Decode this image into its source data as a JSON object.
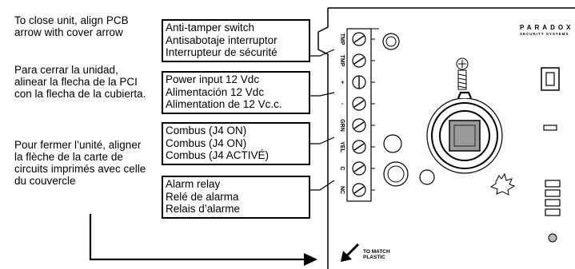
{
  "notes": {
    "en": "To close unit, align PCB arrow with cover arrow",
    "es": "Para cerrar la unidad, alinear la flecha de la PCI con la flecha de la cubierta.",
    "fr": "Pour fermer l’unité, aligner la flèche de la carte de circuits imprimés avec celle du couvercle"
  },
  "connections": [
    {
      "id": "anti-tamper",
      "lines": [
        "Anti-tamper switch",
        "Antisabotaje interruptor",
        "Interrupteur de sécurité"
      ]
    },
    {
      "id": "power",
      "lines": [
        "Power input 12 Vdc",
        "Alimentación 12 Vdc",
        "Alimentation de 12 Vc.c."
      ]
    },
    {
      "id": "combus",
      "lines": [
        "Combus (J4 ON)",
        "Combus (J4 ON)",
        "Combus (J4 ACTIVÉ)"
      ]
    },
    {
      "id": "alarm-relay",
      "lines": [
        "Alarm relay",
        "Relé de alarma",
        "Relais d’alarme"
      ]
    }
  ],
  "terminals": [
    "TMP",
    "TMP",
    "+",
    "-",
    "GRN",
    "YEL",
    "C",
    "NC"
  ],
  "board": {
    "brand": "PARADOX",
    "brand_sub": "SECURITY SYSTEMS",
    "arrow_label_1": "TO MATCH",
    "arrow_label_2": "PLASTIC"
  },
  "colors": {
    "ink": "#000000",
    "board_fill": "#ffffff",
    "sensor_gray": "#9a9a9a"
  }
}
